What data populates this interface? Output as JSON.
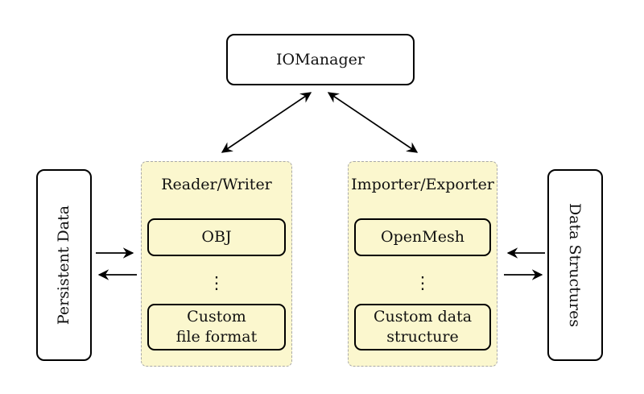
{
  "diagram": {
    "iomanager": {
      "label": "IOManager"
    },
    "persistent_data": {
      "label": "Persistent Data"
    },
    "data_structures": {
      "label": "Data Structures"
    },
    "reader_writer": {
      "title": "Reader/Writer",
      "item_top": "OBJ",
      "dots": "⋮",
      "item_bottom": "Custom\nfile format"
    },
    "importer_exporter": {
      "title": "Importer/Exporter",
      "item_top": "OpenMesh",
      "dots": "⋮",
      "item_bottom": "Custom data\nstructure"
    },
    "connections": [
      {
        "from": "IOManager",
        "to": "Reader/Writer",
        "direction": "bidirectional"
      },
      {
        "from": "IOManager",
        "to": "Importer/Exporter",
        "direction": "bidirectional"
      },
      {
        "from": "Persistent Data",
        "to": "Reader/Writer",
        "direction": "one-way"
      },
      {
        "from": "Reader/Writer",
        "to": "Persistent Data",
        "direction": "one-way"
      },
      {
        "from": "Data Structures",
        "to": "Importer/Exporter",
        "direction": "one-way"
      },
      {
        "from": "Importer/Exporter",
        "to": "Data Structures",
        "direction": "one-way"
      }
    ]
  },
  "colors": {
    "background": "#ffffff",
    "line": "#000000",
    "group_fill": "#fbf7ce",
    "group_border": "#a9a9a9"
  }
}
